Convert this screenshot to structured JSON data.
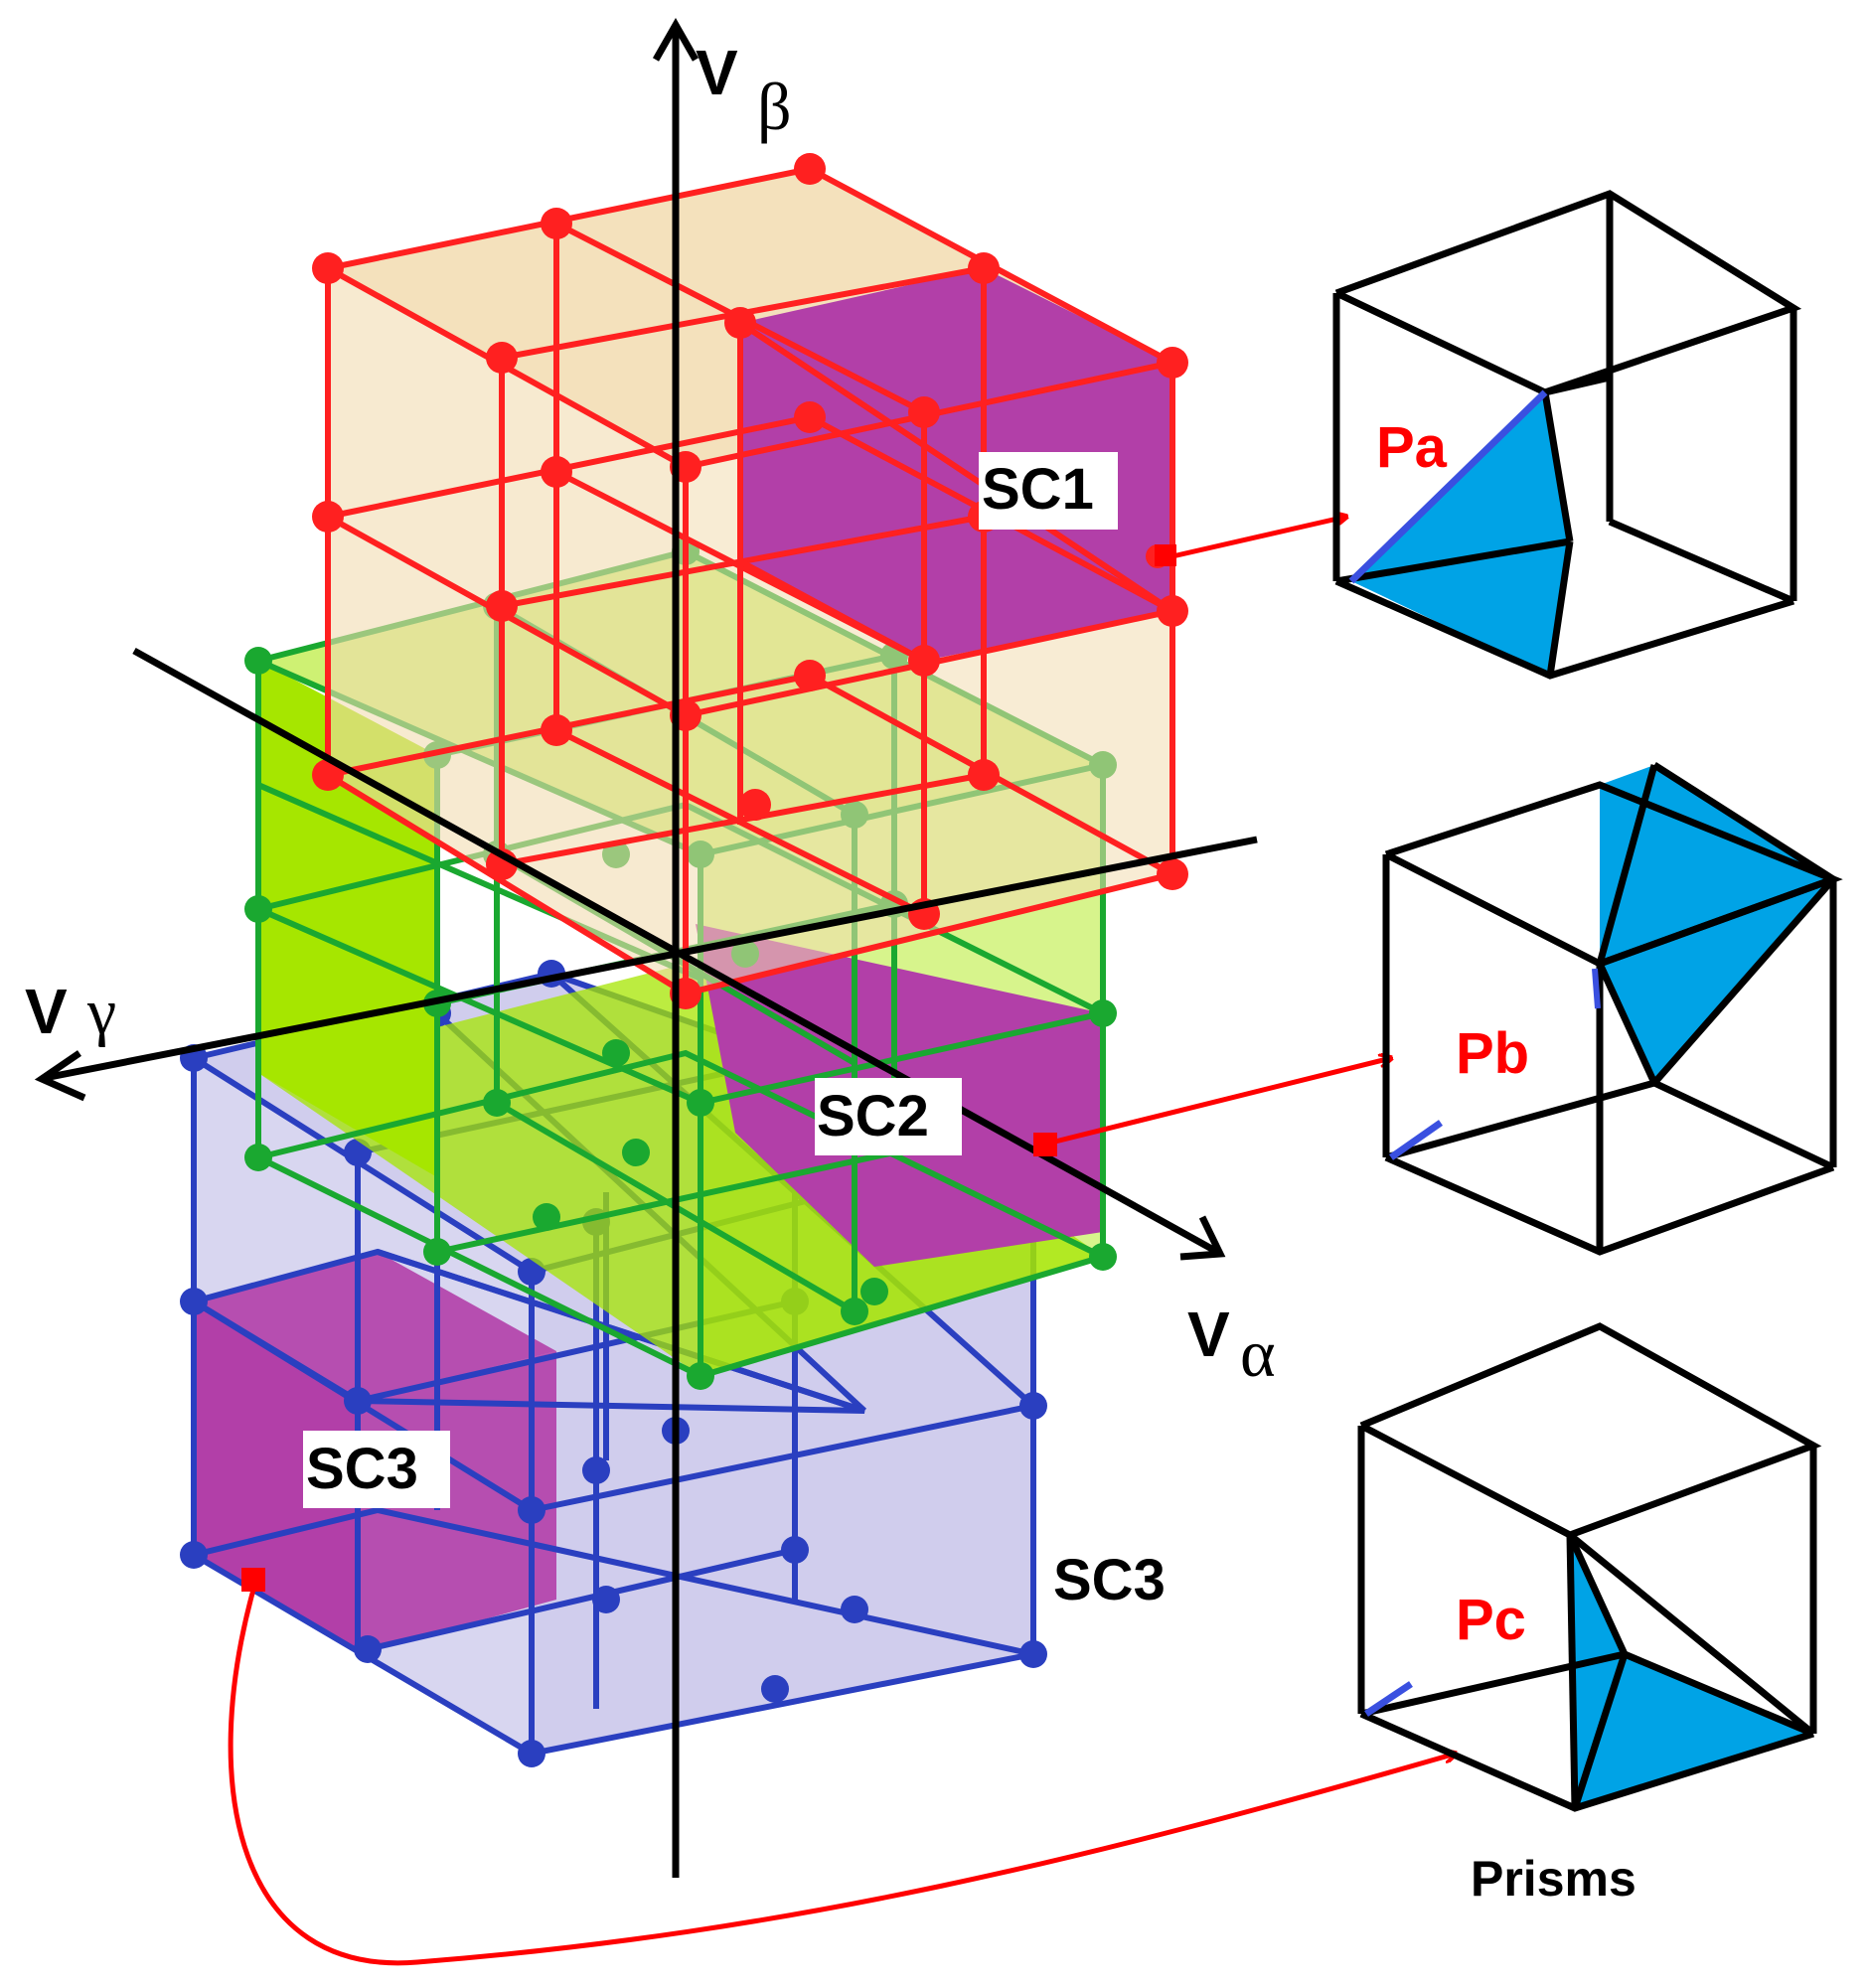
{
  "axes": {
    "beta_label": "V",
    "beta_sub": "β",
    "gamma_label": "V",
    "gamma_sub": "γ",
    "alpha_label": "V",
    "alpha_sub": "α"
  },
  "subcubes": {
    "sc1": "SC1",
    "sc2": "SC2",
    "sc3_front": "SC3",
    "sc3_side": "SC3"
  },
  "prisms": {
    "pa": "Pa",
    "pb": "Pb",
    "pc": "Pc",
    "caption": "Prisms"
  },
  "colors": {
    "red_cube": "#ff2020",
    "red_fill": "#f2dcb0",
    "green_cube": "#1aa830",
    "green_fill": "#a6e600",
    "blue_cube": "#2a3fc0",
    "blue_fill": "#c8c4ea",
    "highlight_fill": "#b23fa8",
    "prism_fill": "#00a3e6",
    "arrow": "#ff0000"
  }
}
